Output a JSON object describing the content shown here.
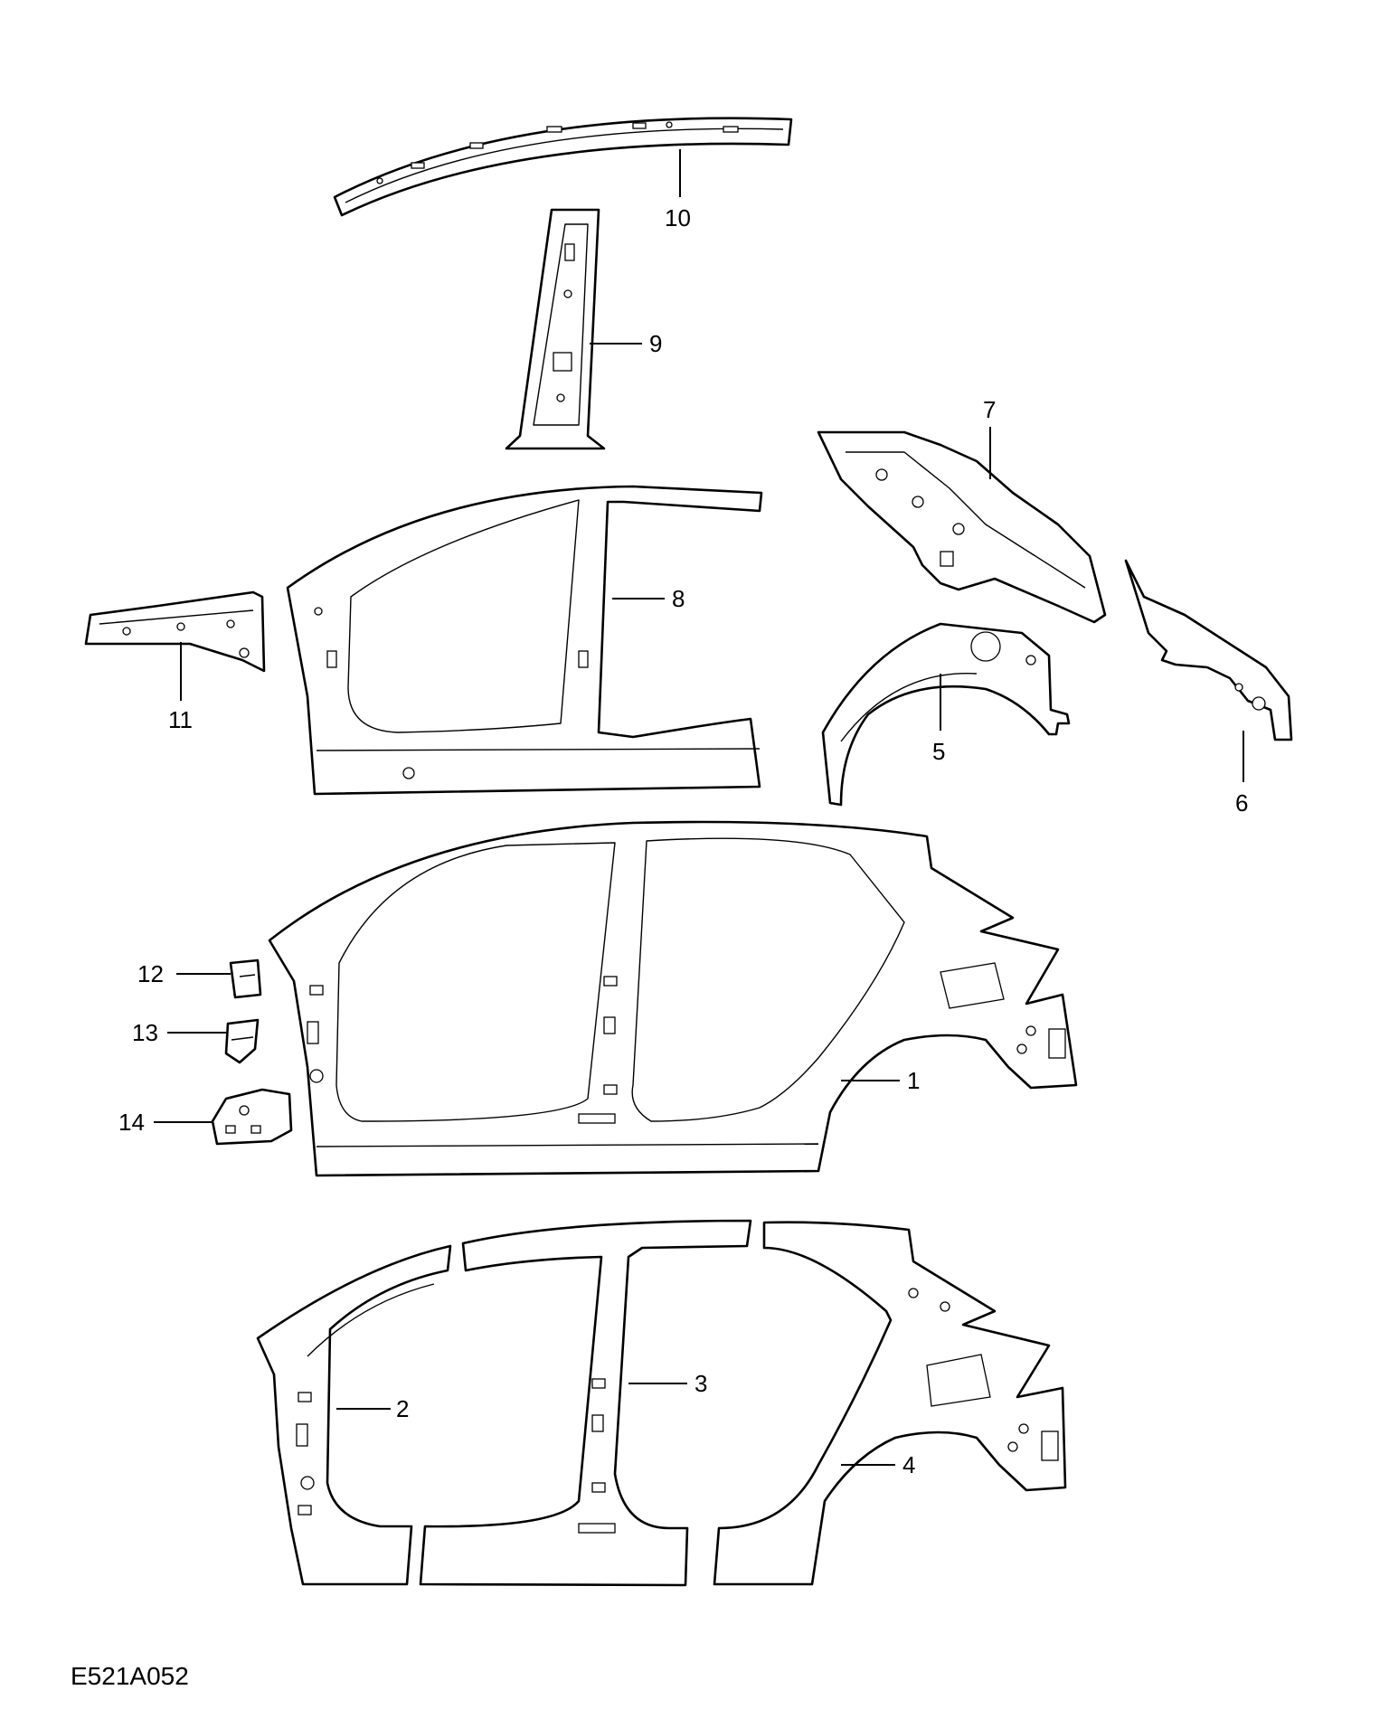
{
  "diagram": {
    "reference_code": "E521A052",
    "callouts": [
      {
        "id": "1",
        "label": "1"
      },
      {
        "id": "2",
        "label": "2"
      },
      {
        "id": "3",
        "label": "3"
      },
      {
        "id": "4",
        "label": "4"
      },
      {
        "id": "5",
        "label": "5"
      },
      {
        "id": "6",
        "label": "6"
      },
      {
        "id": "7",
        "label": "7"
      },
      {
        "id": "8",
        "label": "8"
      },
      {
        "id": "9",
        "label": "9"
      },
      {
        "id": "10",
        "label": "10"
      },
      {
        "id": "11",
        "label": "11"
      },
      {
        "id": "12",
        "label": "12"
      },
      {
        "id": "13",
        "label": "13"
      },
      {
        "id": "14",
        "label": "14"
      }
    ]
  }
}
